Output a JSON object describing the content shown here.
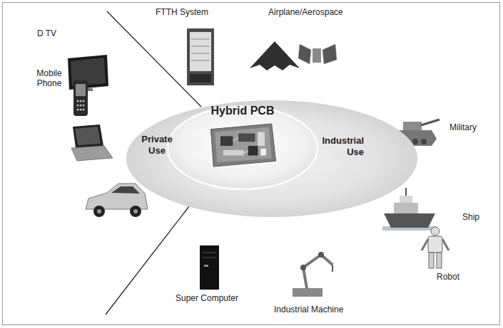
{
  "diagram": {
    "nodes": [
      {
        "text": [
          "Hybrid PCB",
          "Private Use",
          "Industrial Use"
        ]
      }
    ],
    "labels": [
      "FTTH System",
      "Airplane/Aerospace",
      "D TV",
      "Mobile Phone",
      "Military",
      "Ship",
      "Super Computer",
      "Industrial Machine",
      "Robot"
    ]
  }
}
